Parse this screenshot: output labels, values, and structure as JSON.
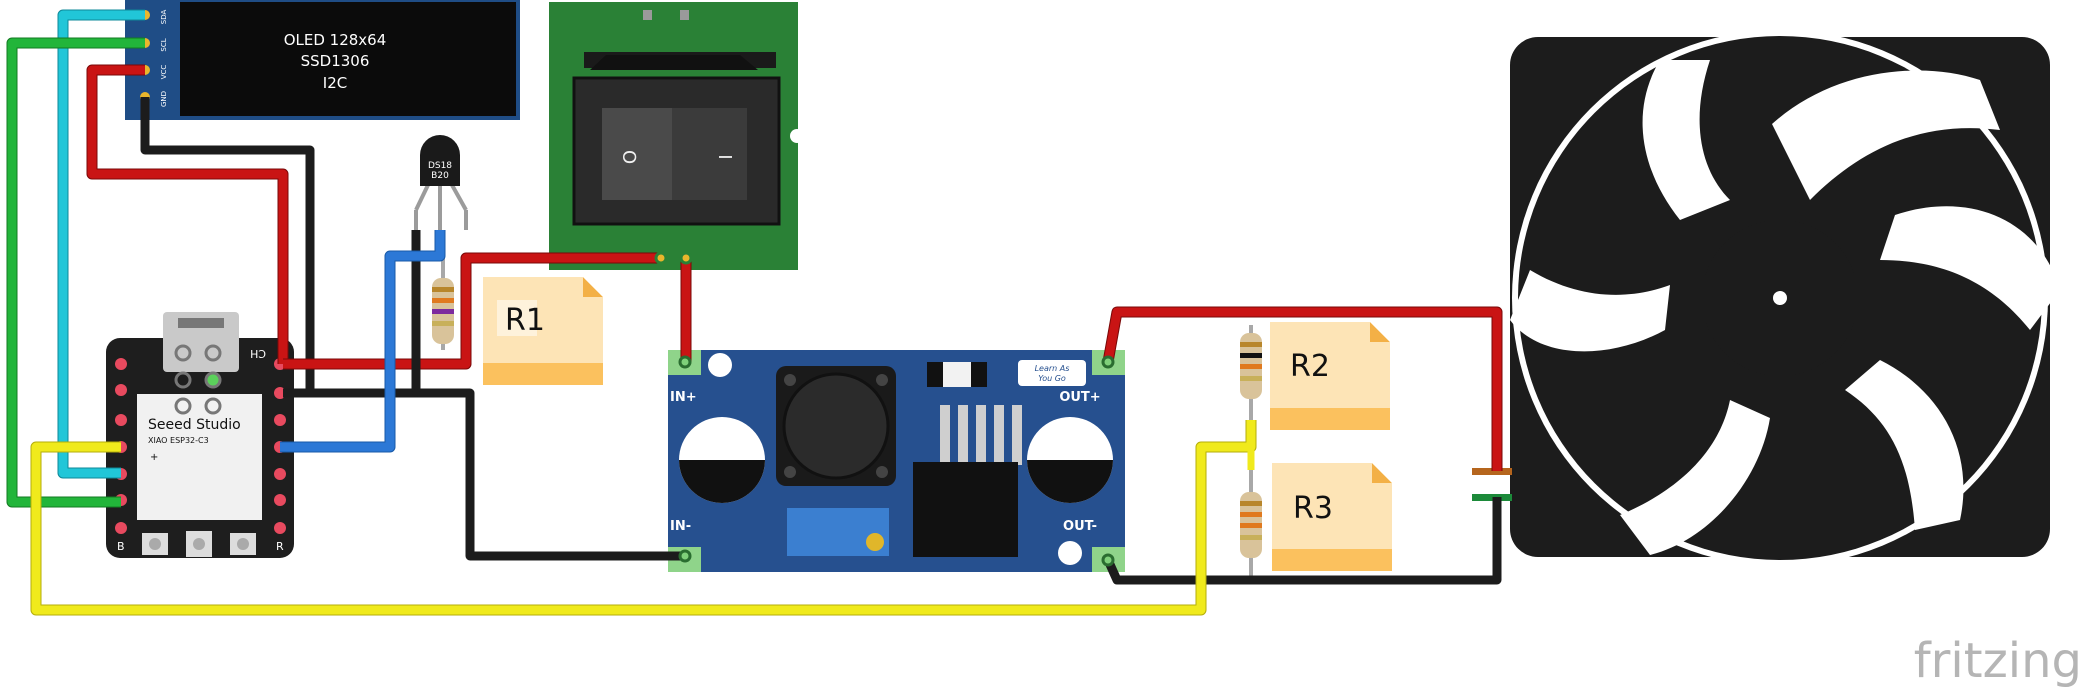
{
  "oled": {
    "line1": "OLED 128x64",
    "line2": "SSD1306",
    "line3": "I2C",
    "pins": [
      "SDA",
      "SCL",
      "VCC",
      "GND"
    ]
  },
  "sensor": {
    "line1": "DS18",
    "line2": "B20"
  },
  "switch": {
    "off_symbol": "O",
    "on_symbol": "I"
  },
  "mcu": {
    "brand": "Seeed Studio",
    "model": "XIAO ESP32-C3",
    "plus": "+",
    "ch": "CH",
    "boot": "B",
    "reset": "R"
  },
  "converter": {
    "in_plus": "IN+",
    "in_minus": "IN-",
    "out_plus": "OUT+",
    "out_minus": "OUT-",
    "logo1": "Learn As",
    "logo2": "You Go"
  },
  "notes": {
    "r1": "R1",
    "r2": "R2",
    "r3": "R3"
  },
  "watermark": "fritzing",
  "colors": {
    "wire_red": "#c91414",
    "wire_black": "#1c1c1c",
    "wire_cyan": "#21c6d8",
    "wire_green": "#22b53a",
    "wire_blue": "#2c78d6",
    "wire_yellow": "#f0ea1c",
    "pcb_blue": "#26508f",
    "pcb_green": "#2a8136",
    "note_orange": "#fbc15e",
    "note_light": "#fde4b6"
  }
}
